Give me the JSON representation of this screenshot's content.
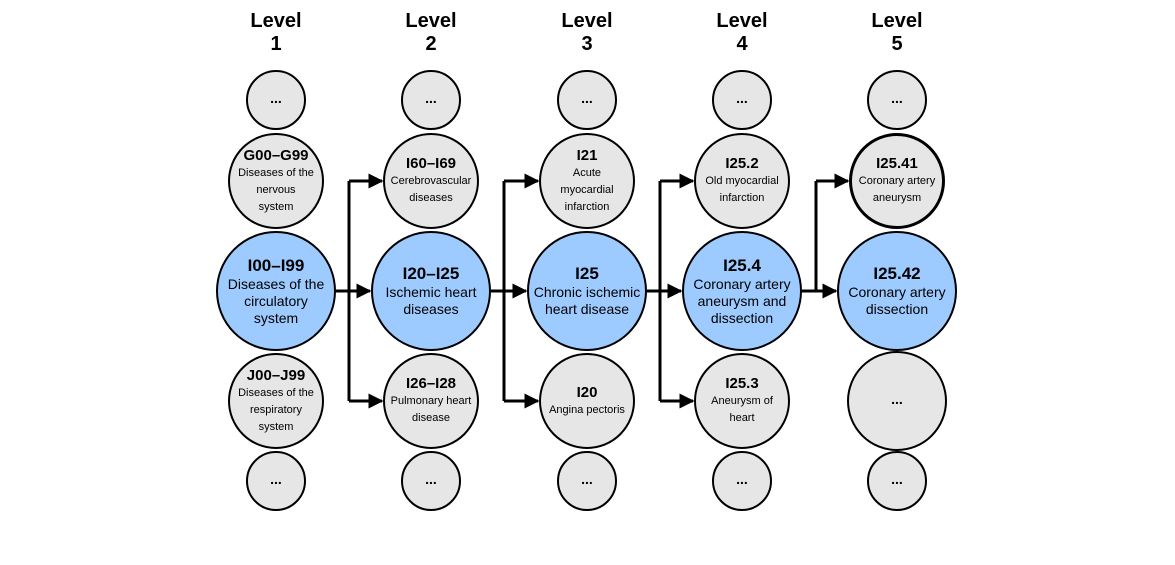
{
  "levels": [
    {
      "label": [
        "Level",
        "1"
      ],
      "nodes": [
        {
          "code": "...",
          "desc": ""
        },
        {
          "code": "G00–G99",
          "desc": [
            "Diseases of the",
            "nervous",
            "system"
          ]
        },
        {
          "code": "I00–I99",
          "desc": [
            "Diseases of the",
            "circulatory",
            "system"
          ],
          "highlight": true
        },
        {
          "code": "J00–J99",
          "desc": [
            "Diseases of the",
            "respiratory",
            "system"
          ]
        },
        {
          "code": "...",
          "desc": ""
        }
      ]
    },
    {
      "label": [
        "Level",
        "2"
      ],
      "nodes": [
        {
          "code": "...",
          "desc": ""
        },
        {
          "code": "I60–I69",
          "desc": [
            "Cerebrovascular",
            "diseases"
          ]
        },
        {
          "code": "I20–I25",
          "desc": [
            "Ischemic heart",
            "diseases"
          ],
          "highlight": true
        },
        {
          "code": "I26–I28",
          "desc": [
            "Pulmonary heart",
            "disease"
          ]
        },
        {
          "code": "...",
          "desc": ""
        }
      ]
    },
    {
      "label": [
        "Level",
        "3"
      ],
      "nodes": [
        {
          "code": "...",
          "desc": ""
        },
        {
          "code": "I21",
          "desc": [
            "Acute",
            "myocardial",
            "infarction"
          ]
        },
        {
          "code": "I25",
          "desc": [
            "Chronic ischemic",
            "heart disease"
          ],
          "highlight": true
        },
        {
          "code": "I20",
          "desc": [
            "Angina pectoris"
          ]
        },
        {
          "code": "...",
          "desc": ""
        }
      ]
    },
    {
      "label": [
        "Level",
        "4"
      ],
      "nodes": [
        {
          "code": "...",
          "desc": ""
        },
        {
          "code": "I25.2",
          "desc": [
            "Old myocardial",
            "infarction"
          ]
        },
        {
          "code": "I25.4",
          "desc": [
            "Coronary artery",
            "aneurysm and",
            "dissection"
          ],
          "highlight": true
        },
        {
          "code": "I25.3",
          "desc": [
            "Aneurysm of",
            "heart"
          ]
        },
        {
          "code": "...",
          "desc": ""
        }
      ]
    },
    {
      "label": [
        "Level",
        "5"
      ],
      "nodes": [
        {
          "code": "...",
          "desc": ""
        },
        {
          "code": "I25.41",
          "desc": [
            "Coronary artery",
            "aneurysm"
          ],
          "bold_border": true
        },
        {
          "code": "I25.42",
          "desc": [
            "Coronary artery",
            "dissection"
          ],
          "highlight": true
        },
        {
          "code": "...",
          "desc": ""
        },
        {
          "code": "...",
          "desc": ""
        }
      ]
    }
  ],
  "colors": {
    "highlight_fill": "#9ecbff",
    "default_fill": "#e6e6e6",
    "stroke": "#000000"
  }
}
